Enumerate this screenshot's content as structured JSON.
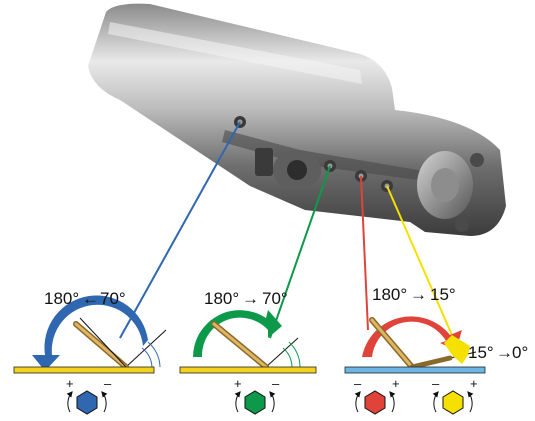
{
  "diagram": {
    "panels": [
      {
        "angle_from": "180°",
        "angle_to": "70°",
        "arrow": "←",
        "color": "#2f67b0",
        "bar": "#f2d21b"
      },
      {
        "angle_from": "180°",
        "angle_to": "70°",
        "arrow": "→",
        "color": "#0c9a4a",
        "bar": "#f2d21b"
      },
      {
        "angle_from": "180°",
        "angle_to": "15°",
        "arrow": "→",
        "color": "#e0433a",
        "bar": "#6cb6e6"
      }
    ],
    "extra_label": {
      "angle_from": "15°",
      "angle_to": "0°",
      "arrow": "→"
    },
    "valves": [
      {
        "color": "#2f67b0",
        "left_sign": "+",
        "right_sign": "–"
      },
      {
        "color": "#0c9a4a",
        "left_sign": "+",
        "right_sign": "–"
      },
      {
        "color": "#e0433a",
        "left_sign": "–",
        "right_sign": "+"
      },
      {
        "color": "#f5e000",
        "left_sign": "–",
        "right_sign": "+"
      }
    ],
    "colors": {
      "blue": "#2f67b0",
      "green": "#0c9a4a",
      "red": "#e0433a",
      "yellow": "#f5e000",
      "door_bar_yellow": "#f2d21b",
      "door_bar_blue": "#6cb6e6"
    }
  }
}
